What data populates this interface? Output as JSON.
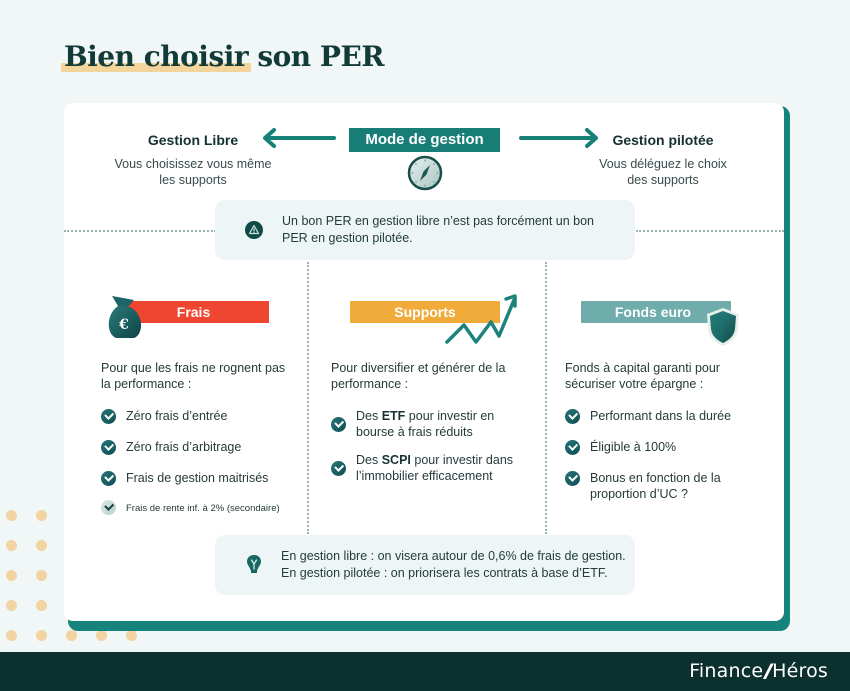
{
  "title": {
    "highlighted": "Bien choisir",
    "rest": " son PER"
  },
  "mode": {
    "label": "Mode de gestion",
    "icon": "compass-icon",
    "left": {
      "title": "Gestion Libre",
      "description": "Vous choisissez vous même les supports"
    },
    "right": {
      "title": "Gestion pilotée",
      "description": "Vous déléguez le choix des supports"
    }
  },
  "warning_note": {
    "icon": "warning-icon",
    "text": "Un bon PER en gestion libre n’est pas forcément un bon PER en gestion pilotée."
  },
  "columns": [
    {
      "badge": "Frais",
      "color": "#ef4632",
      "icon": "money-bag-icon",
      "intro": "Pour que les frais ne rognent pas la performance :",
      "items": [
        {
          "text": "Zéro frais d’entrée"
        },
        {
          "text": "Zéro frais d’arbitrage"
        },
        {
          "text": "Frais de gestion maitrisés"
        },
        {
          "text": "Frais de rente inf. à 2% (secondaire)",
          "secondary": true
        }
      ]
    },
    {
      "badge": "Supports",
      "color": "#f0ab3a",
      "icon": "trend-up-icon",
      "intro": "Pour diversifier et  générer de la performance :",
      "items": [
        {
          "pre": "Des ",
          "bold": "ETF",
          "post": " pour investir en bourse à frais réduits"
        },
        {
          "pre": "Des ",
          "bold": "SCPI",
          "post": " pour investir dans l’immobilier efficacement"
        }
      ]
    },
    {
      "badge": "Fonds euro",
      "color": "#6eadab",
      "icon": "shield-icon",
      "intro": "Fonds à capital garanti pour sécuriser votre épargne :",
      "items": [
        {
          "text": "Performant dans la durée"
        },
        {
          "text": "Éligible à 100%"
        },
        {
          "text": "Bonus en fonction de la proportion d’UC ?"
        }
      ]
    }
  ],
  "tip_note": {
    "icon": "lightbulb-icon",
    "lines": [
      "En gestion libre : on visera autour de 0,6% de frais de gestion.",
      "En gestion pilotée : on priorisera les contrats à base d’ETF."
    ]
  },
  "footer": {
    "brand_left": "Finance",
    "separator": "//",
    "brand_right": "Héros"
  },
  "colors": {
    "teal": "#187d77",
    "dark": "#0c302d",
    "red": "#ef4632",
    "orange": "#f0ab3a",
    "light_teal": "#6eadab",
    "highlight": "#f3d49a",
    "background": "#f1f6f7"
  }
}
